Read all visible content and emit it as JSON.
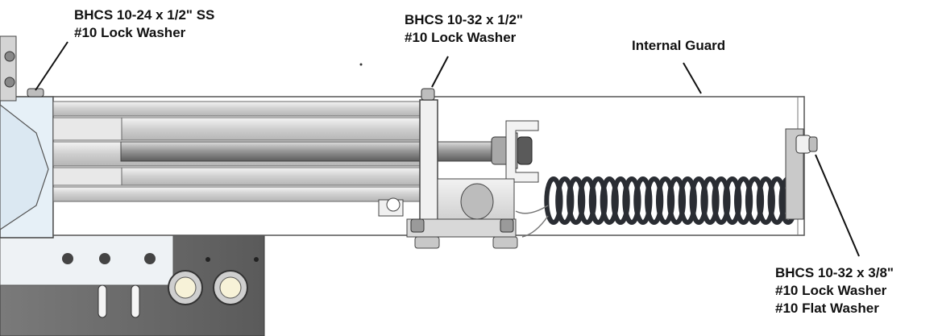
{
  "callouts": {
    "left": {
      "line1": "BHCS 10-24 x 1/2\" SS",
      "line2": "#10 Lock Washer"
    },
    "middle": {
      "line1": "BHCS 10-32 x 1/2\"",
      "line2": "#10 Lock Washer"
    },
    "guard": {
      "line1": "Internal Guard"
    },
    "right": {
      "line1": "BHCS 10-32 x 3/8\"",
      "line2": "#10 Lock Washer",
      "line3": "#10 Flat Washer"
    }
  },
  "colors": {
    "background": "#ffffff",
    "bracket_blue": "#e6f0f7",
    "plate_dark": "#6e6e6e",
    "guard_fill": "#ffffff",
    "rail": "#d8d8d8",
    "spring": "#2a2d33",
    "outline": "#333333",
    "text": "#111111"
  }
}
